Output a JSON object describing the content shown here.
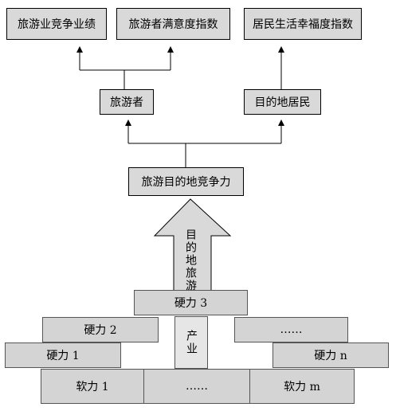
{
  "top_boxes": {
    "performance": "旅游业竞争业绩",
    "satisfaction": "旅游者满意度指数",
    "happiness": "居民生活幸福度指数"
  },
  "mid_boxes": {
    "tourist": "旅游者",
    "resident": "目的地居民"
  },
  "core_box": "旅游目的地竞争力",
  "arrow_label": "目的地旅游",
  "industry_label": "产业",
  "bricks": {
    "hard3": "硬力 3",
    "hard2": "硬力 2",
    "dots_right": "……",
    "hard1": "硬力 1",
    "hardn": "硬力 n",
    "soft1": "软力 1",
    "dots_bottom": "……",
    "softm": "软力 m"
  }
}
